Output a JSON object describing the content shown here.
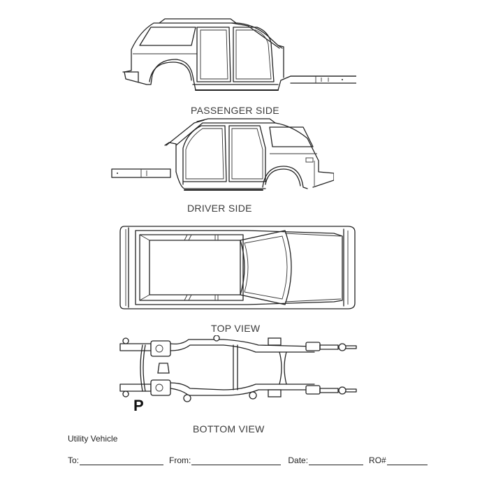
{
  "views": [
    {
      "id": "passenger-side",
      "label": "PASSENGER SIDE"
    },
    {
      "id": "driver-side",
      "label": "DRIVER SIDE"
    },
    {
      "id": "top-view",
      "label": "TOP VIEW"
    },
    {
      "id": "bottom-view",
      "label": "BOTTOM VIEW"
    }
  ],
  "bottom_view_marker": "P",
  "vehicle_type": "Utility Vehicle",
  "form": {
    "fields": [
      {
        "label": "To:",
        "value": ""
      },
      {
        "label": "From:",
        "value": ""
      },
      {
        "label": "Date:",
        "value": ""
      },
      {
        "label": "RO#",
        "value": ""
      }
    ]
  },
  "colors": {
    "line": "#222222",
    "background": "#ffffff"
  }
}
